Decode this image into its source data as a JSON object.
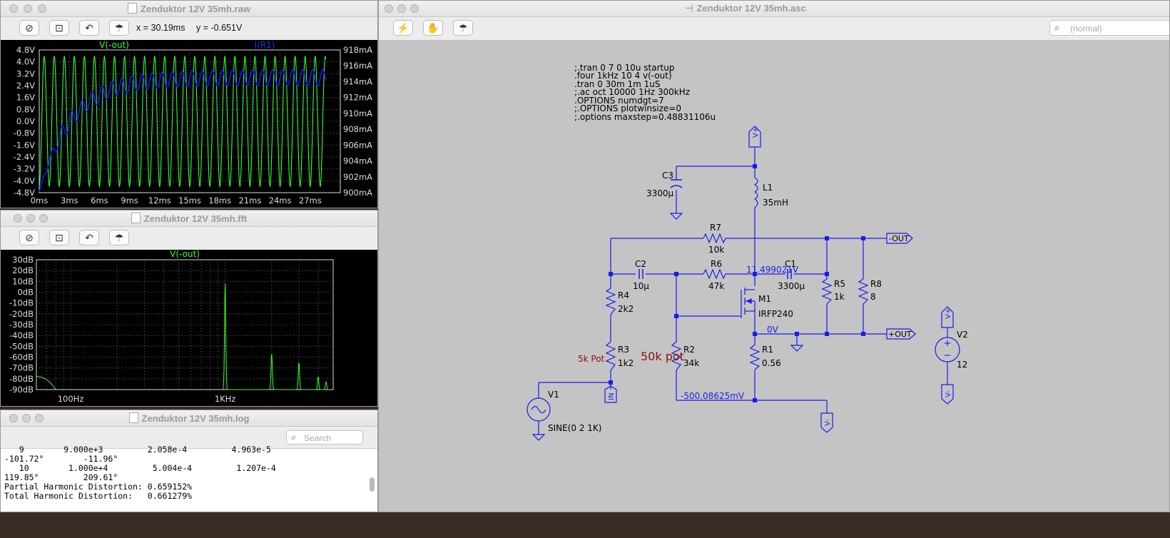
{
  "raw_window": {
    "title": "Zenduktor 12V 35mh.raw",
    "cursor_x": "x = 30.19ms",
    "cursor_y": "y = -0.651V",
    "chart_data": {
      "type": "line",
      "series": [
        {
          "name": "V(-out)",
          "color": "#33ff33",
          "frequency_hz": 1000,
          "amplitude_v": 4.4,
          "axis": "left"
        },
        {
          "name": "I(R1)",
          "color": "#2222ff",
          "axis": "right",
          "start_ma": 900.1,
          "settle_ma": 914.5,
          "ripple_ma": 1.0
        }
      ],
      "x_ticks": [
        "0ms",
        "3ms",
        "6ms",
        "9ms",
        "12ms",
        "15ms",
        "18ms",
        "21ms",
        "24ms",
        "27ms"
      ],
      "xlim_ms": [
        0,
        30
      ],
      "y_left_ticks": [
        "4.8V",
        "4.0V",
        "3.2V",
        "2.4V",
        "1.6V",
        "0.8V",
        "0.0V",
        "-0.8V",
        "-1.6V",
        "-2.4V",
        "-3.2V",
        "-4.0V",
        "-4.8V"
      ],
      "ylim_left_v": [
        -4.8,
        4.8
      ],
      "y_right_ticks": [
        "918mA",
        "916mA",
        "914mA",
        "912mA",
        "910mA",
        "908mA",
        "906mA",
        "904mA",
        "902mA",
        "900mA"
      ],
      "ylim_right_ma": [
        900,
        918
      ]
    }
  },
  "fft_window": {
    "title": "Zenduktor 12V 35mh.fft",
    "chart_data": {
      "type": "line",
      "series_name": "V(-out)",
      "y_ticks": [
        "30dB",
        "20dB",
        "10dB",
        "0dB",
        "-10dB",
        "-20dB",
        "-30dB",
        "-40dB",
        "-50dB",
        "-60dB",
        "-70dB",
        "-80dB",
        "-90dB"
      ],
      "ylim_db": [
        -90,
        30
      ],
      "x_ticks": [
        "100Hz",
        "1KHz"
      ],
      "xlim_hz": [
        60,
        5000
      ],
      "peaks": [
        {
          "hz": 1000,
          "db": 8
        },
        {
          "hz": 2000,
          "db": -57
        },
        {
          "hz": 3000,
          "db": -65
        },
        {
          "hz": 4000,
          "db": -78
        },
        {
          "hz": 4500,
          "db": -83
        }
      ]
    }
  },
  "log_window": {
    "title": "Zenduktor 12V 35mh.log",
    "search_placeholder": "Search",
    "lines": [
      "   9        9.000e+3         2.058e-4         4.963e-5",
      "-101.72°        -11.96°",
      "   10        1.000e+4         5.004e-4         1.207e-4",
      "119.85°         209.61°",
      "Partial Harmonic Distortion: 0.659152%",
      "Total Harmonic Distortion:   0.661279%"
    ]
  },
  "asc_window": {
    "title": "Zenduktor 12V 35mh.asc",
    "search_placeholder": "(normal)",
    "directives": [
      ";.tran 0 7 0 10u startup",
      ".four 1kHz 10 4 v(-out)",
      ".tran 0 30m 1m 1uS",
      ";.ac oct 10000 1Hz 300kHz",
      ".OPTIONS numdgt=7",
      ";.OPTIONS plotwinsize=0",
      ";.options maxstep=0.48831106u"
    ],
    "components": {
      "C3": {
        "name": "C3",
        "value": "3300µ"
      },
      "L1": {
        "name": "L1",
        "value": "35mH"
      },
      "R7": {
        "name": "R7",
        "value": "10k"
      },
      "C2": {
        "name": "C2",
        "value": "10µ"
      },
      "R6": {
        "name": "R6",
        "value": "47k"
      },
      "C1": {
        "name": "C1",
        "value": "3300µ"
      },
      "R5": {
        "name": "R5",
        "value": "1k"
      },
      "R8": {
        "name": "R8",
        "value": "8"
      },
      "R4": {
        "name": "R4",
        "value": "2k2"
      },
      "M1": {
        "name": "M1",
        "value": "IRFP240"
      },
      "R3": {
        "name": "R3",
        "value": "1k2"
      },
      "R2": {
        "name": "R2",
        "value": "34k"
      },
      "R1": {
        "name": "R1",
        "value": "0.56"
      },
      "V1": {
        "name": "V1",
        "value": "SINE(0 2 1K)"
      },
      "V2": {
        "name": "V2",
        "value": "12"
      }
    },
    "labels": {
      "vplus": "V+",
      "vminus": "V-",
      "out_minus": "-OUT",
      "out_plus": "+OUT",
      "in": "IN",
      "pot5k": "5k Pot",
      "pot50k": "50k pot",
      "node_voltage_top": "11.499021V",
      "node_voltage_zero": "0V",
      "node_voltage_bottom": "-500.08625mV"
    }
  }
}
